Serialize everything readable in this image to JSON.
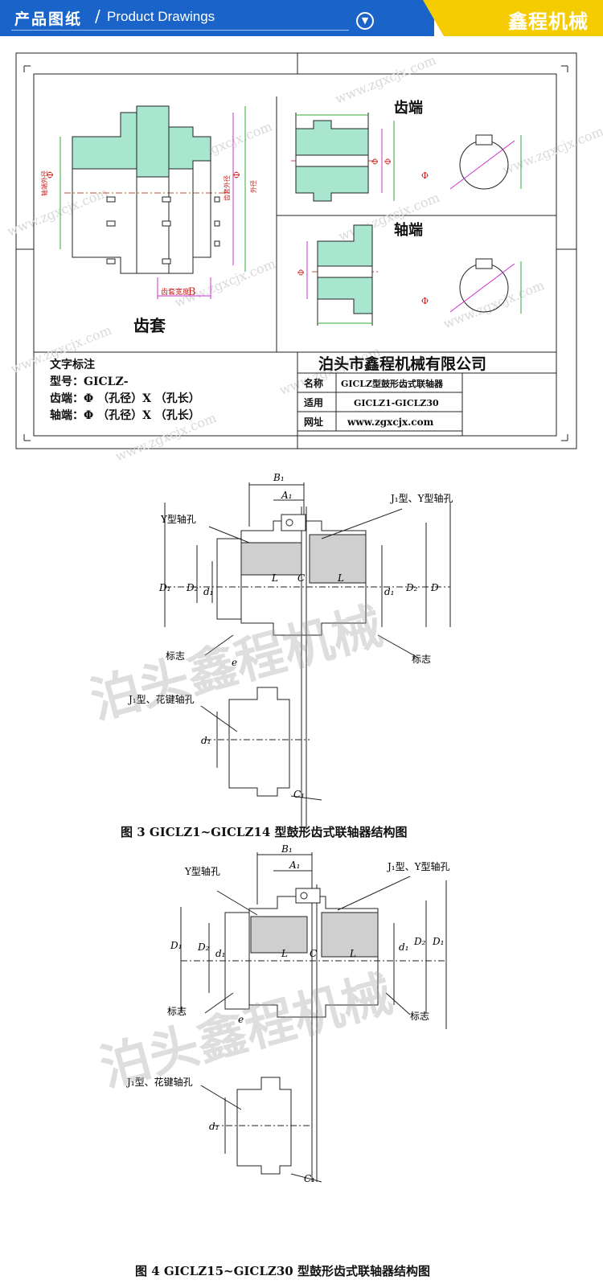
{
  "header": {
    "title_cn": "产品图纸",
    "slash": "/",
    "title_en": "Product Drawings",
    "dropdown_glyph": "▼",
    "brand": "鑫程机械",
    "colors": {
      "blue": "#1a63c8",
      "yellow": "#f5cc00"
    }
  },
  "drawing1": {
    "label_gear_end": "齿端",
    "label_shaft_end": "轴端",
    "label_sleeve": "齿套",
    "label_tooth_width": "齿套宽度",
    "label_B": "B",
    "dim_phi": "Φ",
    "vertical_labels": {
      "hub_od": "轴端外径",
      "gear_od": "齿套外径",
      "outer": "外径"
    },
    "watermark": "www.zgxcjx.com",
    "annotation_title": "文字标注",
    "model_line": "型号：GICLZ-",
    "gear_line": "齿端：Φ      （孔径）X        （孔长）",
    "shaft_line": "轴端：Φ      （孔径）X        （孔长）",
    "company": "泊头市鑫程机械有限公司",
    "table": [
      {
        "key": "名称",
        "value": "GICLZ型鼓形齿式联轴器"
      },
      {
        "key": "适用",
        "value": "GICLZ1-GICLZ30"
      },
      {
        "key": "网址",
        "value": "www.zgxcjx.com"
      }
    ]
  },
  "figure3": {
    "caption": "图 3   GⅠCLZ1~GⅠCLZ14 型鼓形齿式联轴器结构图",
    "labels": {
      "B1": "B₁",
      "A1": "A₁",
      "J1Y": "J₁型、Y型轴孔",
      "Y": "Y型轴孔",
      "L": "L",
      "C": "C",
      "D1": "D₁",
      "D2": "D₂",
      "d1": "d₁",
      "D": "D",
      "mark": "标志",
      "e": "e",
      "J1spline": "J₁型、花键轴孔",
      "C1": "C₁"
    },
    "watermark": "泊头鑫程机械"
  },
  "figure4": {
    "caption": "图 4   GⅠCLZ15~GⅠCLZ30 型鼓形齿式联轴器结构图",
    "labels": {
      "B1": "B₁",
      "A1": "A₁",
      "J1Y": "J₁型、Y型轴孔",
      "Y": "Y型轴孔",
      "L": "L",
      "C": "C",
      "D1": "D₁",
      "D2": "D₂",
      "d1": "d₁",
      "mark": "标志",
      "e": "e",
      "J1spline": "J₁型、花键轴孔",
      "C1": "C₁"
    },
    "watermark": "泊头鑫程机械"
  }
}
